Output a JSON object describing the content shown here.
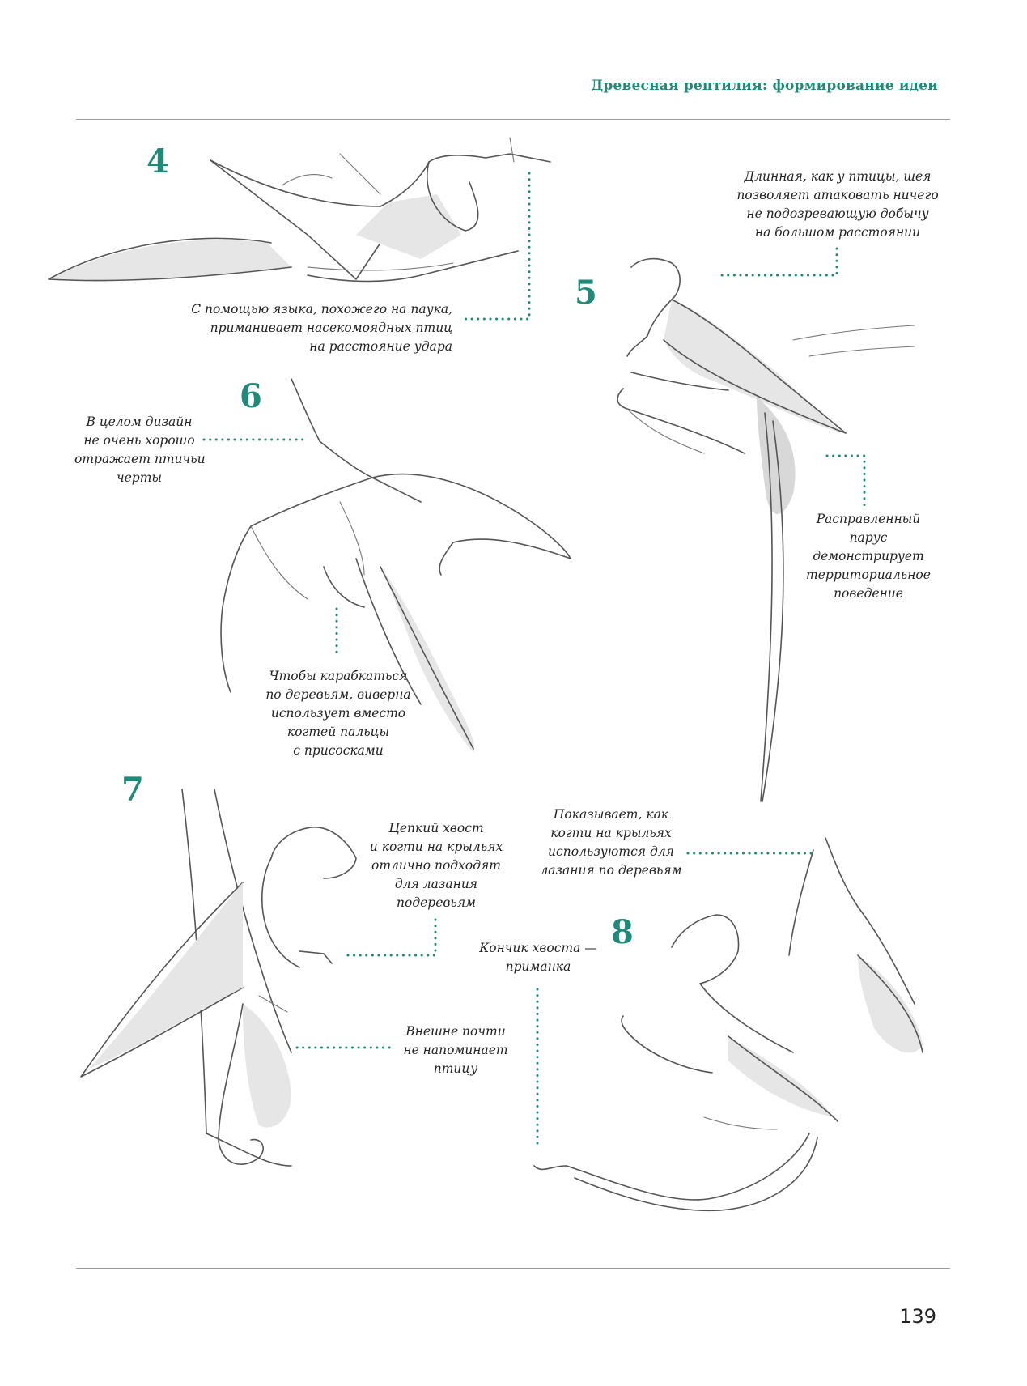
{
  "header": {
    "running_title": "Древесная рептилия: формирование идеи"
  },
  "footer": {
    "page_number": "139"
  },
  "sketches": [
    {
      "number": "4",
      "captions": [
        {
          "lines": [
            "С помощью языка, похожего на паука,",
            "приманивает насекомоядных птиц",
            "на расстояние удара"
          ]
        }
      ]
    },
    {
      "number": "5",
      "captions": [
        {
          "lines": [
            "Длинная, как у птицы, шея",
            "позволяет атаковать ничего",
            "не подозревающую добычу",
            "на большом расстоянии"
          ]
        },
        {
          "lines": [
            "Расправленный",
            "парус",
            "демонстрирует",
            "территориальное",
            "поведение"
          ]
        }
      ]
    },
    {
      "number": "6",
      "captions": [
        {
          "lines": [
            "В целом дизайн",
            "не очень хорошо",
            "отражает птичьи",
            "черты"
          ]
        },
        {
          "lines": [
            "Чтобы карабкаться",
            "по деревьям, виверна",
            "использует вместо",
            "когтей пальцы",
            "с присосками"
          ]
        }
      ]
    },
    {
      "number": "7",
      "captions": [
        {
          "lines": [
            "Цепкий хвост",
            "и когти на крыльях",
            "отлично подходят",
            "для лазания",
            "подеревьям"
          ]
        },
        {
          "lines": [
            "Внешне почти",
            "не напоминает",
            "птицу"
          ]
        }
      ]
    },
    {
      "number": "8",
      "captions": [
        {
          "lines": [
            "Показывает, как",
            "когти на крыльях",
            "используются для",
            "лазания по деревьям"
          ]
        },
        {
          "lines": [
            "Кончик хвоста —",
            "приманка"
          ]
        }
      ]
    }
  ],
  "colors": {
    "accent": "#1f8a78",
    "ink": "#222222",
    "sketch": "#555555"
  }
}
